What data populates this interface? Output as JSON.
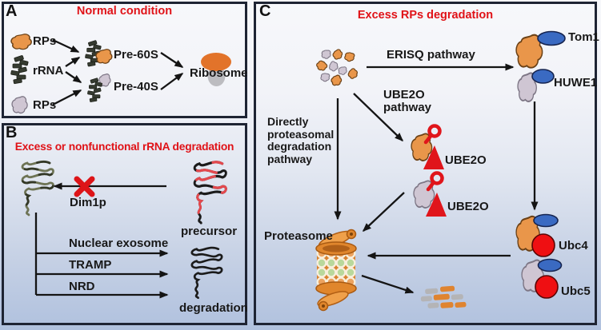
{
  "panel_a": {
    "tag": "A",
    "title": "Normal condition",
    "labels": {
      "rps_top": "RPs",
      "rrna": "rRNA",
      "rps_bottom": "RPs",
      "pre60s": "Pre-60S",
      "pre40s": "Pre-40S",
      "ribosome": "Ribosome"
    }
  },
  "panel_b": {
    "tag": "B",
    "title": "Excess or nonfunctional rRNA degradation",
    "labels": {
      "dim1p": "Dim1p",
      "precursor": "precursor",
      "nuclear_exosome": "Nuclear exosome",
      "tramp": "TRAMP",
      "nrd": "NRD",
      "degradation": "degradation"
    }
  },
  "panel_c": {
    "tag": "C",
    "title": "Excess RPs degradation",
    "labels": {
      "erisq": "ERISQ pathway",
      "ube2o_pathway": "UBE2O pathway",
      "direct": "Directly proteasomal degradation pathway",
      "tom1": "Tom1",
      "huwe1": "HUWE1",
      "ube2o_orange": "UBE2O",
      "ube2o_gray": "UBE2O",
      "proteasome": "Proteasome",
      "ubc4": "Ubc4",
      "ubc5": "Ubc5"
    }
  },
  "colors": {
    "title_red": "#e01217",
    "text_black": "#181818",
    "rp_orange": "#e9964a",
    "rp_gray": "#cfc6d3",
    "rrna_dark": "#363b31",
    "coil_olive": "#6e7455",
    "coil_black": "#1b1b1b",
    "precursor_red": "#e4494e",
    "ubiquitin_ellipse_blue": "#3a6ac2",
    "ubc_circle_red": "#ef0f12",
    "ube2o_red": "#e0151b",
    "proteasome_orange": "#e0862c",
    "proteasome_green": "#b9d89b",
    "ribosome_cap_orange": "#e2732a",
    "ribosome_body_gray": "#bcbcc0",
    "background_top": "#f7f8fb",
    "background_bottom": "#b0c1de"
  },
  "icon_names": {
    "rp-orange-icon": "orange protein blob",
    "rp-gray-icon": "gray protein blob",
    "rrna-icon": "dark rRNA brick cluster",
    "pre60s-icon": "rRNA cluster + orange RP",
    "pre40s-icon": "rRNA cluster + gray RP",
    "ribosome-icon": "orange cap over gray body",
    "mature-rrna-coil-icon": "olive coiled rRNA",
    "precursor-rrna-coil-icon": "black/red coiled pre-rRNA",
    "degraded-rrna-coil-icon": "black coiled rRNA",
    "red-x-icon": "red blocked cross",
    "rp-cluster-icon": "excess RPs cluster",
    "ube2o-orange-icon": "orange RP + red hook + red triangle",
    "ube2o-gray-icon": "gray RP + red hook + red triangle",
    "tom1-icon": "orange RP + blue ubiquitin ellipse",
    "huwe1-icon": "gray RP + blue ubiquitin ellipse",
    "ubc4-icon": "orange RP + blue ellipse + red circle",
    "ubc5-icon": "gray RP + blue ellipse + red circle",
    "proteasome-icon": "orange barrel with lids",
    "peptide-fragments-icon": "degraded peptide pills"
  }
}
